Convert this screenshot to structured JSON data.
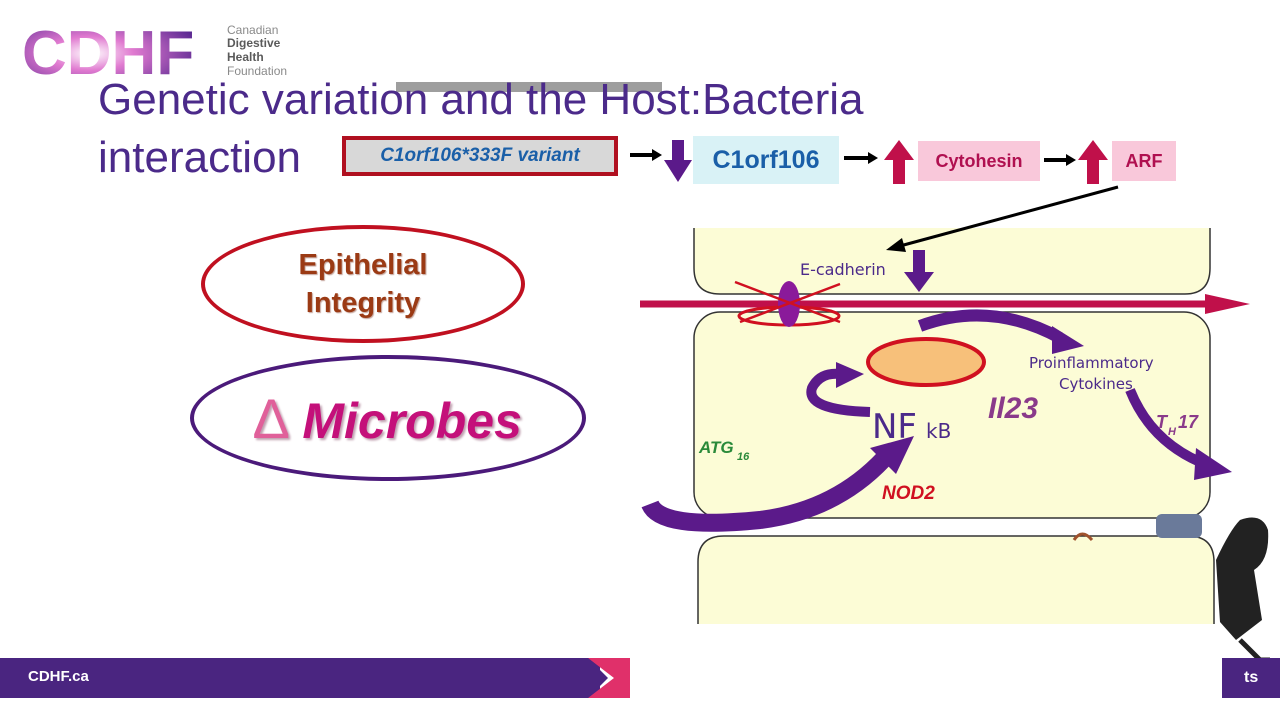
{
  "logo": {
    "mark": "CDHF",
    "line1": "Canadian",
    "line2": "Digestive",
    "line3": "Health",
    "line4": "Foundation"
  },
  "slide": {
    "title_line1": "Genetic variation and the Host:Bacteria",
    "title_line2": "interaction"
  },
  "pathway": {
    "variant": "C1orf106*333F variant",
    "gene": "C1orf106",
    "cytohesin": "Cytohesin",
    "arf": "ARF"
  },
  "concepts": {
    "epithelial_line1": "Epithelial",
    "epithelial_line2": "Integrity",
    "delta": "∆",
    "microbes": "Microbes"
  },
  "diagram": {
    "e_cadherin": "E-cadherin",
    "proinflammatory_line1": "Proinflammatory",
    "proinflammatory_line2": "Cytokines",
    "nfkb_main": "NF",
    "nfkb_sub": "kB",
    "il23": "Il23",
    "atg": "ATG",
    "atg_sub": "16",
    "th": "T",
    "th_sub": "H",
    "th_num": "17",
    "nod2": "NOD2"
  },
  "footer": {
    "site": "CDHF.ca",
    "right_text": "ts"
  },
  "colors": {
    "title_purple": "#4b2a8a",
    "brand_purple": "#4a2580",
    "arrow_purple": "#5b1a8a",
    "red": "#c01020",
    "pink": "#f9c8da",
    "cell_yellow": "#fcfcd6"
  }
}
